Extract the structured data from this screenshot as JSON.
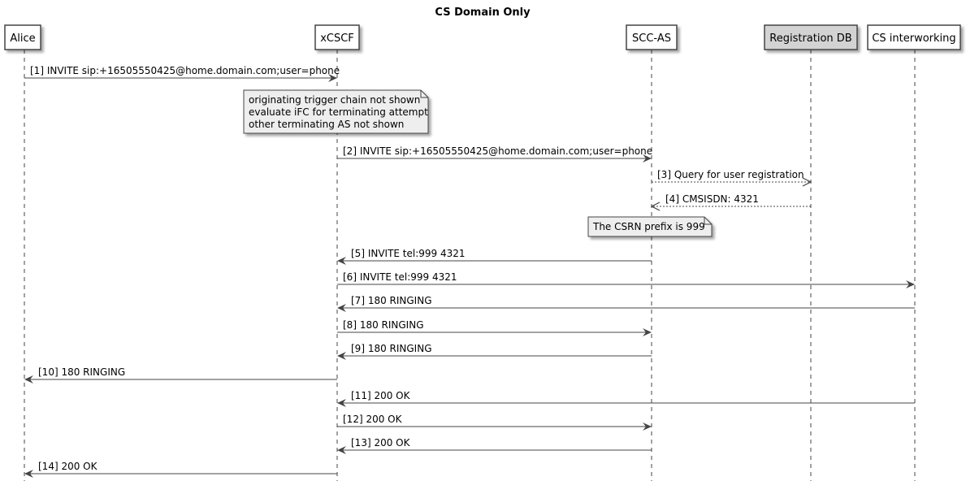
{
  "title": "CS Domain Only",
  "participants": [
    {
      "id": "alice",
      "label": "Alice",
      "fill": "#ffffff"
    },
    {
      "id": "xcscf",
      "label": "xCSCF",
      "fill": "#ffffff"
    },
    {
      "id": "sccas",
      "label": "SCC-AS",
      "fill": "#ffffff"
    },
    {
      "id": "regdb",
      "label": "Registration DB",
      "fill": "#d3d3d3"
    },
    {
      "id": "csiw",
      "label": "CS interworking",
      "fill": "#ffffff"
    }
  ],
  "messages": [
    {
      "label": "[1] INVITE sip:+16505550425@home.domain.com;user=phone",
      "from": "alice",
      "to": "xcscf",
      "dashed": false
    },
    {
      "label": "[2] INVITE sip:+16505550425@home.domain.com;user=phone",
      "from": "xcscf",
      "to": "sccas",
      "dashed": false
    },
    {
      "label": "[3] Query for user registration",
      "from": "sccas",
      "to": "regdb",
      "dashed": true
    },
    {
      "label": "[4] CMSISDN: 4321",
      "from": "regdb",
      "to": "sccas",
      "dashed": true
    },
    {
      "label": "[5] INVITE tel:999 4321",
      "from": "sccas",
      "to": "xcscf",
      "dashed": false
    },
    {
      "label": "[6] INVITE tel:999 4321",
      "from": "xcscf",
      "to": "csiw",
      "dashed": false
    },
    {
      "label": "[7] 180 RINGING",
      "from": "csiw",
      "to": "xcscf",
      "dashed": false
    },
    {
      "label": "[8] 180 RINGING",
      "from": "xcscf",
      "to": "sccas",
      "dashed": false
    },
    {
      "label": "[9] 180 RINGING",
      "from": "sccas",
      "to": "xcscf",
      "dashed": false
    },
    {
      "label": "[10] 180 RINGING",
      "from": "xcscf",
      "to": "alice",
      "dashed": false
    },
    {
      "label": "[11] 200 OK",
      "from": "csiw",
      "to": "xcscf",
      "dashed": false
    },
    {
      "label": "[12] 200 OK",
      "from": "xcscf",
      "to": "sccas",
      "dashed": false
    },
    {
      "label": "[13] 200 OK",
      "from": "sccas",
      "to": "xcscf",
      "dashed": false
    },
    {
      "label": "[14] 200 OK",
      "from": "xcscf",
      "to": "alice",
      "dashed": false
    }
  ],
  "notes": [
    {
      "lines": [
        "originating trigger chain not shown",
        "evaluate iFC for terminating attempt",
        "other terminating AS not shown"
      ]
    },
    {
      "lines": [
        "The CSRN prefix is 999"
      ]
    }
  ],
  "colors": {
    "note_fill": "#eeeeee",
    "line": "#444444",
    "participant_border": "#444444"
  }
}
